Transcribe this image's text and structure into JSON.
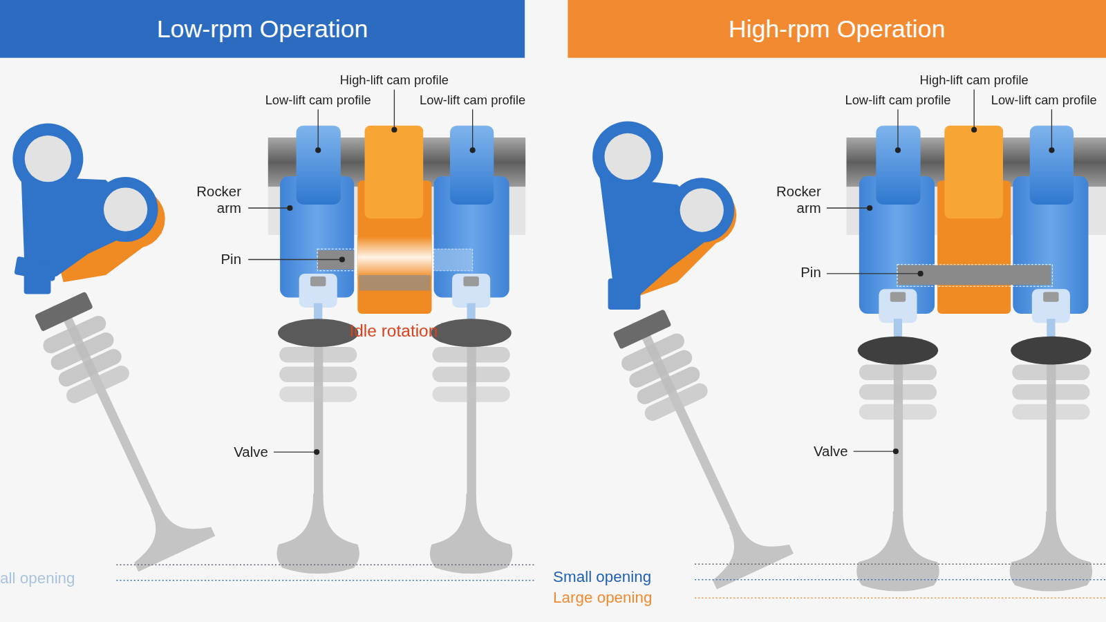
{
  "diagram": {
    "nodes": [
      {
        "text": [
          "Low-rpm Operation"
        ]
      },
      {
        "text": [
          "High-rpm Operation"
        ]
      }
    ],
    "labels": [
      "High-lift cam profile",
      "Low-lift cam profile",
      "Low-lift cam profile",
      "Rocker arm",
      "Pin",
      "Idle rotation",
      "Valve",
      "all opening",
      "High-lift cam profile",
      "Low-lift cam profile",
      "Low-lift cam profile",
      "Rocker arm",
      "Pin",
      "Valve",
      "Small opening",
      "Large opening"
    ]
  }
}
